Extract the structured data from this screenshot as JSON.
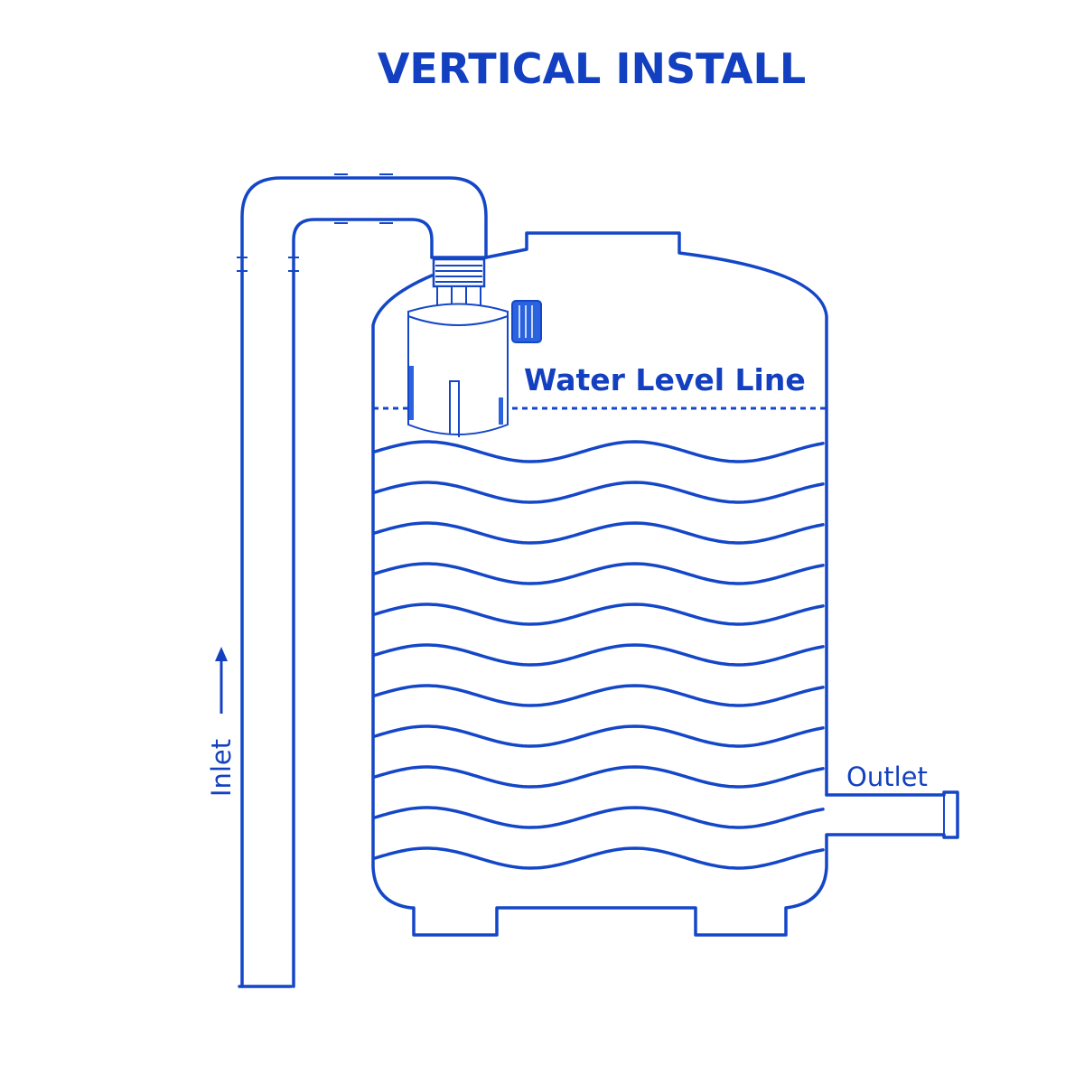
{
  "title": "VERTICAL INSTALL",
  "labels": {
    "water_level": "Water Level Line",
    "outlet": "Outlet",
    "inlet": "Inlet"
  },
  "colors": {
    "line": "#1447c8",
    "text": "#1340c0",
    "knob": "#2a62e0"
  },
  "wave_count": 11
}
